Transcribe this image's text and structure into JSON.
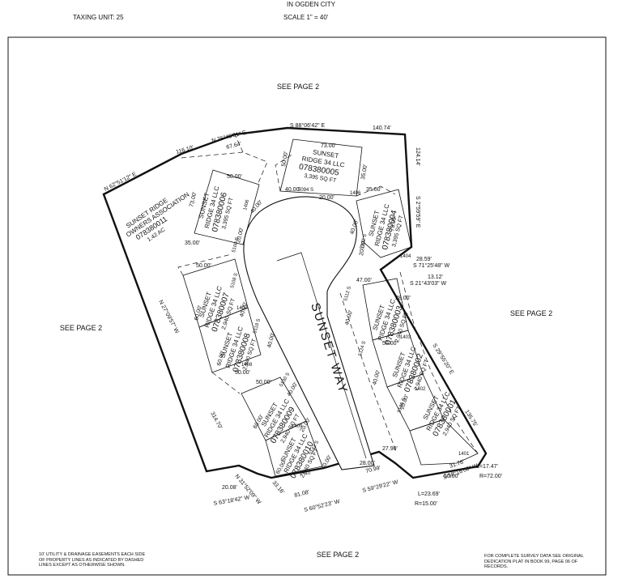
{
  "header": {
    "city": "IN OGDEN CITY",
    "taxing_unit": "TAXING UNIT: 25",
    "scale": "SCALE 1\" = 40'"
  },
  "page_refs": {
    "top": "SEE PAGE 2",
    "left": "SEE PAGE 2",
    "right": "SEE PAGE 2",
    "bottom": "SEE PAGE 2"
  },
  "street": {
    "name": "SUNSET WAY"
  },
  "boundary_bearings": {
    "nw": "N 62°51'12\" E",
    "nw_dist": "116.10'",
    "n1": "N 75°45'01\" E",
    "n1_dist": "67.64'",
    "n2": "S 88°06'42\" E",
    "n2_dist": "140.74'",
    "east1": "124.14'",
    "east1_bearing": "S 2°59'59\" E",
    "east2": "28.59'",
    "east2_bearing": "S 71°25'48\" W",
    "east3": "13.12'",
    "east3_bearing": "S 21°43'03\" W",
    "east4_bearing": "S 29°55'20\" E",
    "east4_dist": "135.75'",
    "west_bearing": "N 27°09'57\" W",
    "west_dist": "314.70'",
    "sw1": "N 31°52'09\" W",
    "sw1_dist": "33.16'",
    "sw2": "S 63°18'42\" W",
    "sw2_dist": "20.08'",
    "s1": "S 60°52'23\" W",
    "s1_dist": "81.08'",
    "s2": "S 59°29'22\" W",
    "s2_dist": "70.99'",
    "s3": "S 58°16'00\" W",
    "s3_dist": "31.76'",
    "curve1_l": "L=17.47'",
    "curve1_r": "R=72.00'",
    "curve2_l": "L=23.69'",
    "curve2_r": "R=15.00'",
    "d_2800": "28.00'",
    "d_2790": "27.90'"
  },
  "parcels": [
    {
      "id": "078380011",
      "lines": [
        "SUNSET RIDGE",
        "OWNERS ASSOCIATION",
        "078380011",
        "1.42 AC"
      ]
    },
    {
      "id": "078380005",
      "lines": [
        "SUNSET",
        "RIDGE 34 LLC",
        "078380005",
        "3,395 SQ FT"
      ]
    },
    {
      "id": "078380006",
      "lines": [
        "SUNSET",
        "RIDGE 34 LLC",
        "078380006",
        "3,395 SQ FT"
      ]
    },
    {
      "id": "078380004",
      "lines": [
        "SUNSET",
        "RIDGE 34 LLC",
        "078380004",
        "3,395 SQ FT"
      ]
    },
    {
      "id": "078380007",
      "lines": [
        "SUNSET",
        "RIDGE 34 LLC",
        "078380007",
        "2,940 SQ FT"
      ]
    },
    {
      "id": "078380003",
      "lines": [
        "SUNSET",
        "RIDGE 34 LLC",
        "078380003",
        "2,940 SQ FT"
      ]
    },
    {
      "id": "078380008",
      "lines": [
        "SUNSET",
        "RIDGE 34 LLC",
        "078380008",
        "2,940 SQ FT"
      ]
    },
    {
      "id": "078380002",
      "lines": [
        "SUNSET",
        "RIDGE 34 LLC",
        "078380002",
        "2,940 SQ FT"
      ]
    },
    {
      "id": "078380009",
      "lines": [
        "SUNSET",
        "RIDGE 34 LLC",
        "078380009",
        "2,940 SQ FT"
      ]
    },
    {
      "id": "078380001",
      "lines": [
        "SUNSET",
        "RIDGE 34 LLC",
        "078380001",
        "2,940 SQ FT"
      ]
    },
    {
      "id": "078380010",
      "lines": [
        "SUNSET",
        "RIDGE 34 LLC",
        "078380010",
        "2,940 SQ FT"
      ]
    }
  ],
  "lot_dims": {
    "d73": "73.00'",
    "d50": "50.00'",
    "d35": "35.00'",
    "d60": "60.00'",
    "d40": "40.00'",
    "d20": "20.00'",
    "d47": "47.00'",
    "d28": "28.00'"
  },
  "addresses": {
    "a1406": "1406",
    "a1407": "1407",
    "a1408": "1408",
    "a1409": "1409",
    "a1410": "1410",
    "a1404": "1404",
    "a1403": "1403",
    "a1402": "1402",
    "a1401": "1401",
    "s5094": "5094 S",
    "s5100": "5100 S",
    "s5102": "5102 S",
    "s5108": "5108 S",
    "s5112": "5112 S",
    "s5118": "5118 S",
    "s5124": "5124 S",
    "s5130": "5130 S",
    "s5136": "5136 S",
    "s5142": "5142 S"
  },
  "notes": {
    "easement": "10' UTILITY & DRAINAGE EASEMENTS EACH SIDE OF PROPERTY LINES AS INDICATED BY DASHED LINES EXCEPT AS OTHERWISE SHOWN.",
    "survey": "FOR COMPLETE SURVEY DATA SEE ORIGINAL DEDICATION PLAT IN BOOK 99, PAGE 06 OF RECORDS."
  }
}
